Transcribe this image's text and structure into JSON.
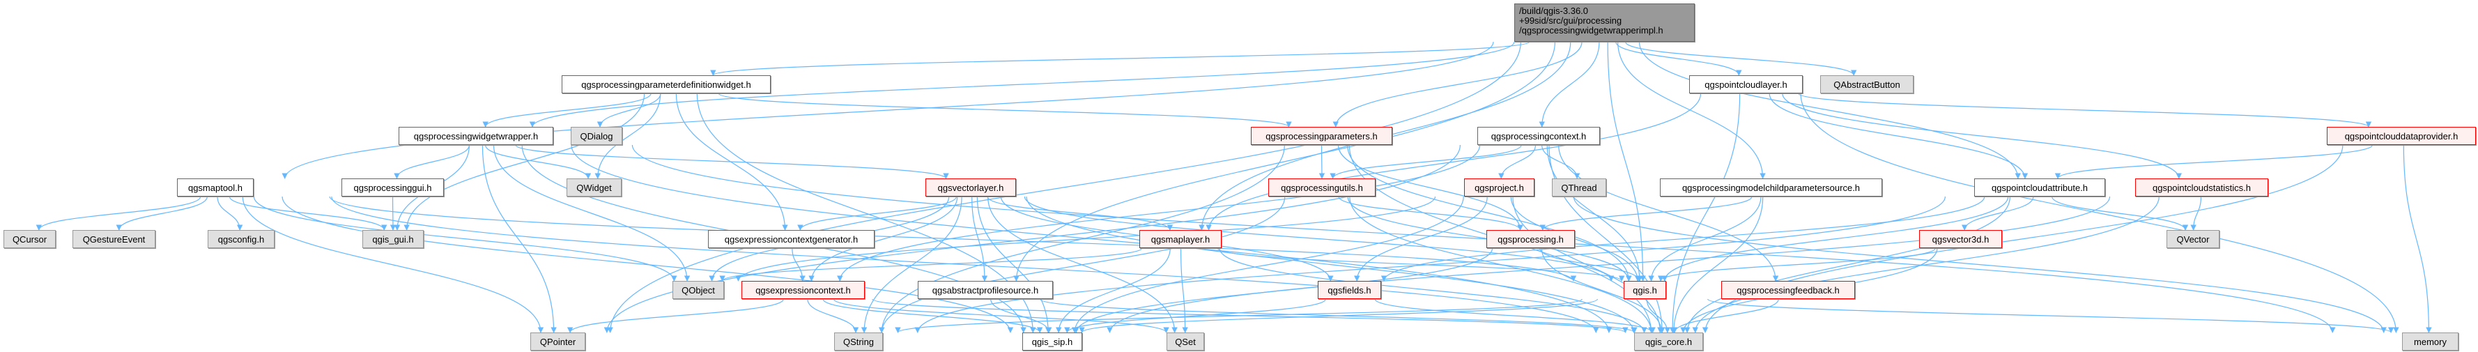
{
  "colors": {
    "edge": "#63b8ff",
    "red_border": "#ff0000",
    "external_fill": "#e0e0e0",
    "top_fill": "#999999"
  },
  "root": {
    "id": "root",
    "lines": [
      "/build/qgis-3.36.0",
      "+99sid/src/gui/processing",
      "/qgsprocessingwidgetwrapperimpl.h"
    ]
  },
  "nodes": [
    {
      "id": "paramdefwidget",
      "label": "qgsprocessingparameterdefinitionwidget.h",
      "kind": "normal"
    },
    {
      "id": "pointcloudlayer",
      "label": "qgspointcloudlayer.h",
      "kind": "normal"
    },
    {
      "id": "QAbstractButton",
      "label": "QAbstractButton",
      "kind": "external"
    },
    {
      "id": "widgetwrapper",
      "label": "qgsprocessingwidgetwrapper.h",
      "kind": "normal"
    },
    {
      "id": "QDialog",
      "label": "QDialog",
      "kind": "external"
    },
    {
      "id": "parameters",
      "label": "qgsprocessingparameters.h",
      "kind": "red"
    },
    {
      "id": "context",
      "label": "qgsprocessingcontext.h",
      "kind": "normal"
    },
    {
      "id": "pcdataprovider",
      "label": "qgspointclouddataprovider.h",
      "kind": "red"
    },
    {
      "id": "maptool",
      "label": "qgsmaptool.h",
      "kind": "normal"
    },
    {
      "id": "processinggui",
      "label": "qgsprocessinggui.h",
      "kind": "normal"
    },
    {
      "id": "QWidget",
      "label": "QWidget",
      "kind": "external"
    },
    {
      "id": "vectorlayer",
      "label": "qgsvectorlayer.h",
      "kind": "red"
    },
    {
      "id": "utils",
      "label": "qgsprocessingutils.h",
      "kind": "red"
    },
    {
      "id": "project",
      "label": "qgsproject.h",
      "kind": "red"
    },
    {
      "id": "QThread",
      "label": "QThread",
      "kind": "external"
    },
    {
      "id": "modelchild",
      "label": "qgsprocessingmodelchildparametersource.h",
      "kind": "normal"
    },
    {
      "id": "pcattribute",
      "label": "qgspointcloudattribute.h",
      "kind": "normal"
    },
    {
      "id": "pcstatistics",
      "label": "qgspointcloudstatistics.h",
      "kind": "red"
    },
    {
      "id": "QCursor",
      "label": "QCursor",
      "kind": "external"
    },
    {
      "id": "QGestureEvent",
      "label": "QGestureEvent",
      "kind": "external"
    },
    {
      "id": "qgsconfig",
      "label": "qgsconfig.h",
      "kind": "external"
    },
    {
      "id": "qgis_gui",
      "label": "qgis_gui.h",
      "kind": "external"
    },
    {
      "id": "exprctxgen",
      "label": "qgsexpressioncontextgenerator.h",
      "kind": "normal"
    },
    {
      "id": "maplayer",
      "label": "qgsmaplayer.h",
      "kind": "red"
    },
    {
      "id": "processing",
      "label": "qgsprocessing.h",
      "kind": "red"
    },
    {
      "id": "vector3d",
      "label": "qgsvector3d.h",
      "kind": "red"
    },
    {
      "id": "QVector",
      "label": "QVector",
      "kind": "external"
    },
    {
      "id": "QObject",
      "label": "QObject",
      "kind": "external"
    },
    {
      "id": "exprctx",
      "label": "qgsexpressioncontext.h",
      "kind": "red"
    },
    {
      "id": "abstractprofile",
      "label": "qgsabstractprofilesource.h",
      "kind": "normal"
    },
    {
      "id": "fields",
      "label": "qgsfields.h",
      "kind": "red"
    },
    {
      "id": "qgis",
      "label": "qgis.h",
      "kind": "red"
    },
    {
      "id": "feedback",
      "label": "qgsprocessingfeedback.h",
      "kind": "red"
    },
    {
      "id": "QPointer",
      "label": "QPointer",
      "kind": "external"
    },
    {
      "id": "QString",
      "label": "QString",
      "kind": "external"
    },
    {
      "id": "qgis_sip",
      "label": "qgis_sip.h",
      "kind": "normal"
    },
    {
      "id": "QSet",
      "label": "QSet",
      "kind": "external"
    },
    {
      "id": "qgis_core",
      "label": "qgis_core.h",
      "kind": "external"
    },
    {
      "id": "memory",
      "label": "memory",
      "kind": "external"
    }
  ],
  "edges": [
    [
      "root",
      "paramdefwidget"
    ],
    [
      "root",
      "widgetwrapper"
    ],
    [
      "root",
      "maptool"
    ],
    [
      "root",
      "context"
    ],
    [
      "root",
      "pointcloudlayer"
    ],
    [
      "root",
      "QAbstractButton"
    ],
    [
      "root",
      "modelchild"
    ],
    [
      "root",
      "pcattribute"
    ],
    [
      "root",
      "maplayer"
    ],
    [
      "root",
      "abstractprofile"
    ],
    [
      "root",
      "QPointer"
    ],
    [
      "root",
      "parameters"
    ],
    [
      "root",
      "qgis"
    ],
    [
      "paramdefwidget",
      "widgetwrapper"
    ],
    [
      "paramdefwidget",
      "QDialog"
    ],
    [
      "paramdefwidget",
      "QWidget"
    ],
    [
      "paramdefwidget",
      "exprctxgen"
    ],
    [
      "paramdefwidget",
      "qgis_gui"
    ],
    [
      "paramdefwidget",
      "parameters"
    ],
    [
      "paramdefwidget",
      "qgis_sip"
    ],
    [
      "widgetwrapper",
      "processinggui"
    ],
    [
      "widgetwrapper",
      "qgis_gui"
    ],
    [
      "widgetwrapper",
      "QWidget"
    ],
    [
      "widgetwrapper",
      "QObject"
    ],
    [
      "widgetwrapper",
      "QPointer"
    ],
    [
      "widgetwrapper",
      "qgis_sip"
    ],
    [
      "widgetwrapper",
      "vectorlayer"
    ],
    [
      "widgetwrapper",
      "memory"
    ],
    [
      "widgetwrapper",
      "qgis_core"
    ],
    [
      "maptool",
      "QCursor"
    ],
    [
      "maptool",
      "QGestureEvent"
    ],
    [
      "maptool",
      "qgsconfig"
    ],
    [
      "maptool",
      "qgis_gui"
    ],
    [
      "maptool",
      "QObject"
    ],
    [
      "maptool",
      "QPointer"
    ],
    [
      "maptool",
      "qgis_sip"
    ],
    [
      "maptool",
      "qgis_core"
    ],
    [
      "maptool",
      "qgis"
    ],
    [
      "processinggui",
      "qgis_gui"
    ],
    [
      "exprctxgen",
      "exprctx"
    ],
    [
      "exprctx",
      "QPointer"
    ],
    [
      "exprctx",
      "QString"
    ],
    [
      "exprctx",
      "qgis_sip"
    ],
    [
      "exprctx",
      "QSet"
    ],
    [
      "exprctx",
      "qgis_core"
    ],
    [
      "parameters",
      "utils"
    ],
    [
      "parameters",
      "processing"
    ],
    [
      "parameters",
      "qgis"
    ],
    [
      "parameters",
      "qgis_core"
    ],
    [
      "parameters",
      "QString"
    ],
    [
      "context",
      "utils"
    ],
    [
      "context",
      "project"
    ],
    [
      "context",
      "QThread"
    ],
    [
      "context",
      "qgis"
    ],
    [
      "context",
      "qgis_core"
    ],
    [
      "context",
      "exprctx"
    ],
    [
      "context",
      "feedback"
    ],
    [
      "context",
      "QPointer"
    ],
    [
      "vectorlayer",
      "exprctxgen"
    ],
    [
      "vectorlayer",
      "exprctx"
    ],
    [
      "vectorlayer",
      "abstractprofile"
    ],
    [
      "vectorlayer",
      "maplayer"
    ],
    [
      "vectorlayer",
      "fields"
    ],
    [
      "vectorlayer",
      "qgis"
    ],
    [
      "vectorlayer",
      "qgis_core"
    ],
    [
      "vectorlayer",
      "qgis_sip"
    ],
    [
      "vectorlayer",
      "QSet"
    ],
    [
      "vectorlayer",
      "QString"
    ],
    [
      "vectorlayer",
      "QObject"
    ],
    [
      "utils",
      "processing"
    ],
    [
      "utils",
      "qgis_core"
    ],
    [
      "utils",
      "qgis"
    ],
    [
      "utils",
      "QString"
    ],
    [
      "project",
      "qgis"
    ],
    [
      "project",
      "qgis_core"
    ],
    [
      "project",
      "QObject"
    ],
    [
      "project",
      "qgis_sip"
    ],
    [
      "project",
      "fields"
    ],
    [
      "project",
      "memory"
    ],
    [
      "maplayer",
      "qgis"
    ],
    [
      "maplayer",
      "QObject"
    ],
    [
      "maplayer",
      "qgis_sip"
    ],
    [
      "maplayer",
      "QSet"
    ],
    [
      "maplayer",
      "qgis_core"
    ],
    [
      "processing",
      "qgis"
    ],
    [
      "processing",
      "qgis_core"
    ],
    [
      "processing",
      "qgis_sip"
    ],
    [
      "abstractprofile",
      "qgis_sip"
    ],
    [
      "abstractprofile",
      "qgis_core"
    ],
    [
      "fields",
      "qgis_core"
    ],
    [
      "fields",
      "qgis_sip"
    ],
    [
      "qgis",
      "qgis_core"
    ],
    [
      "qgis",
      "memory"
    ],
    [
      "qgis",
      "QString"
    ],
    [
      "qgis",
      "qgis_sip"
    ],
    [
      "modelchild",
      "processing"
    ],
    [
      "modelchild",
      "qgis"
    ],
    [
      "modelchild",
      "qgis_core"
    ],
    [
      "pointcloudlayer",
      "pcdataprovider"
    ],
    [
      "pointcloudlayer",
      "pcstatistics"
    ],
    [
      "pointcloudlayer",
      "pcattribute"
    ],
    [
      "pointcloudlayer",
      "memory"
    ],
    [
      "pointcloudlayer",
      "qgis_core"
    ],
    [
      "pointcloudlayer",
      "maplayer"
    ],
    [
      "pcdataprovider",
      "pcattribute"
    ],
    [
      "pcdataprovider",
      "qgis_core"
    ],
    [
      "pcdataprovider",
      "memory"
    ],
    [
      "pcattribute",
      "vector3d"
    ],
    [
      "pcattribute",
      "QVector"
    ],
    [
      "pcattribute",
      "qgis"
    ],
    [
      "pcattribute",
      "qgis_core"
    ],
    [
      "pcattribute",
      "QString"
    ],
    [
      "pcattribute",
      "fields"
    ],
    [
      "pcstatistics",
      "QVector"
    ],
    [
      "pcstatistics",
      "qgis_core"
    ],
    [
      "pcstatistics",
      "qgis_sip"
    ],
    [
      "vector3d",
      "qgis_core"
    ],
    [
      "vector3d",
      "qgis"
    ],
    [
      "feedback",
      "qgis_core"
    ]
  ]
}
